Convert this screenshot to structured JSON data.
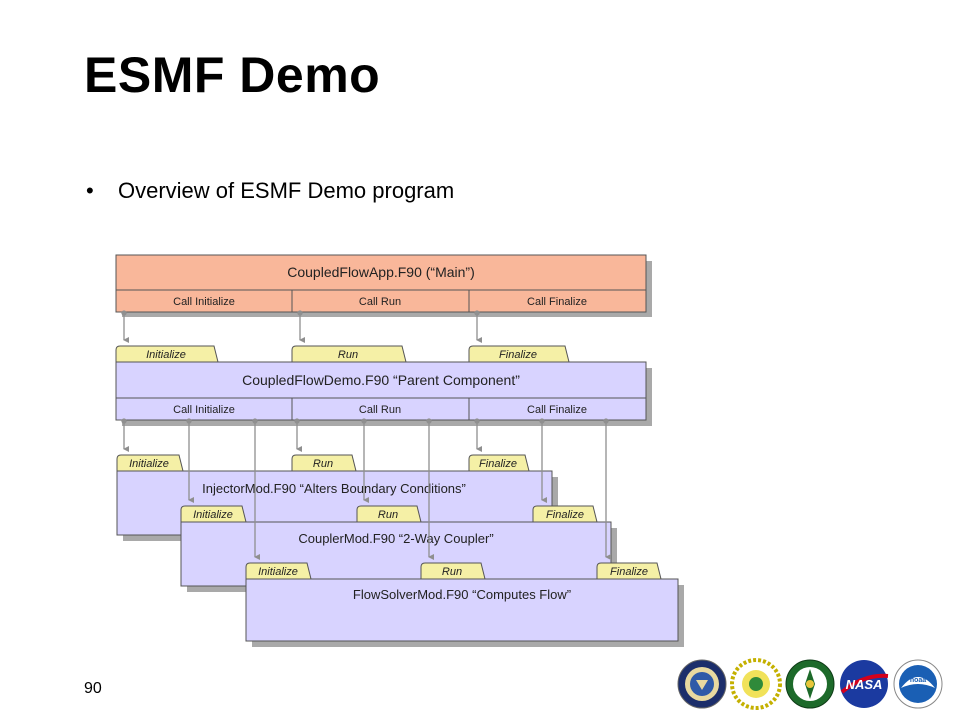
{
  "slide": {
    "title": "ESMF Demo",
    "bullet": "Overview of ESMF Demo program",
    "page_number": "90"
  },
  "diagram": {
    "main": {
      "title": "CoupledFlowApp.F90 (“Main”)",
      "calls": [
        "Call Initialize",
        "Call Run",
        "Call Finalize"
      ]
    },
    "parent": {
      "title": "CoupledFlowDemo.F90  “Parent Component”",
      "tabs": [
        "Initialize",
        "Run",
        "Finalize"
      ],
      "calls": [
        "Call Initialize",
        "Call Run",
        "Call Finalize"
      ]
    },
    "injector": {
      "title": "InjectorMod.F90 “Alters Boundary Conditions”",
      "tabs": [
        "Initialize",
        "Run",
        "Finalize"
      ]
    },
    "coupler": {
      "title": "CouplerMod.F90 “2-Way Coupler”",
      "tabs": [
        "Initialize",
        "Run",
        "Finalize"
      ]
    },
    "flowsolver": {
      "title": "FlowSolverMod.F90 “Computes Flow”",
      "tabs": [
        "Initialize",
        "Run",
        "Finalize"
      ]
    },
    "colors": {
      "main_fill": "#f9b79a",
      "component_fill": "#d8d3ff",
      "tab_fill": "#f5f0a6",
      "shadow": "#a9a9a9",
      "arrow": "#8f8f8f"
    }
  },
  "logos": [
    "dod-seal-icon",
    "nsf-logo-icon",
    "doe-logo-icon",
    "nasa-logo-icon",
    "noaa-logo-icon"
  ]
}
